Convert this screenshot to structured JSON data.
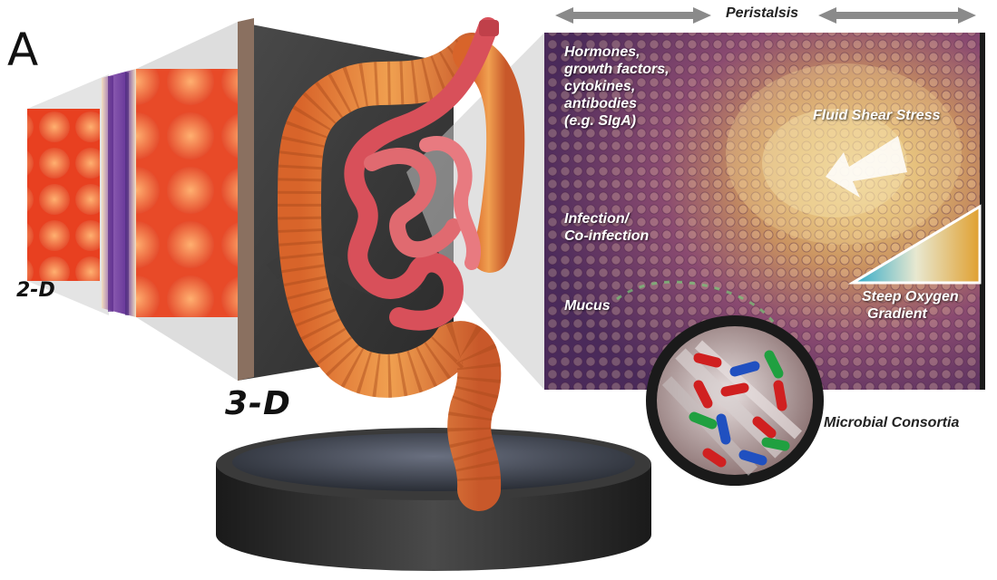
{
  "panel_letter": "A",
  "labels": {
    "two_d": "2-D",
    "three_d": "3-D",
    "peristalsis": "Peristalsis",
    "hormones": [
      "Hormones,",
      "growth factors,",
      "cytokines,",
      "antibodies",
      "(e.g. SIgA)"
    ],
    "fluid_shear": "Fluid Shear Stress",
    "infection": [
      "Infection/",
      "Co-infection"
    ],
    "mucus": "Mucus",
    "oxygen": [
      "Steep Oxygen",
      "Gradient"
    ],
    "microbial": "Microbial Consortia"
  },
  "colors": {
    "arrow_gray": "#8a8a8a",
    "tissue_red": "#e04a2a",
    "colon_orange": "#e58a3a",
    "intestine_pink": "#e0606a",
    "villi_purple": "#6a3a6a",
    "lumen_yellow": "#e8c878",
    "pedestal_dark": "#2a2a2a",
    "bacteria_red": "#d02020",
    "bacteria_green": "#20a040",
    "bacteria_blue": "#2050c0"
  }
}
